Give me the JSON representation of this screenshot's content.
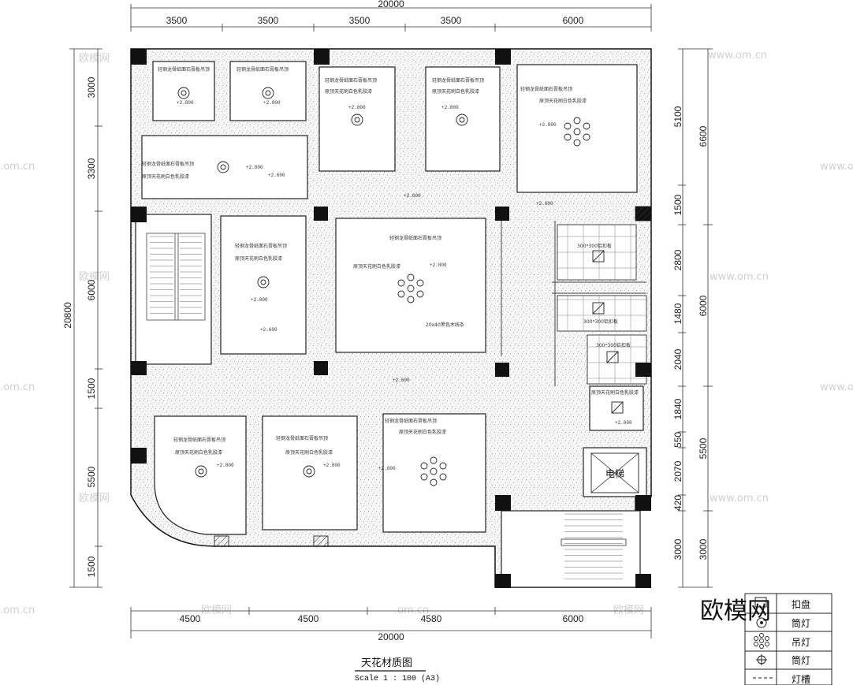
{
  "dimensions": {
    "top_total": "20000",
    "top_segments": [
      "3500",
      "3500",
      "3500",
      "3500",
      "6000"
    ],
    "bottom_segments": [
      "4500",
      "4500",
      "4580",
      "6000"
    ],
    "bottom_total": "20000",
    "left_total": "20800",
    "left_segments": [
      "3000",
      "3300",
      "6000",
      "1500",
      "5500",
      "1500"
    ],
    "right_inner": [
      "5100",
      "1500",
      "2800",
      "1480",
      "2040",
      "1840",
      "550",
      "2070",
      "420",
      "3000"
    ],
    "right_outer": [
      "6600",
      "6000",
      "5500",
      "3000"
    ]
  },
  "rooms": {
    "r1": {
      "note": "轻钢龙骨纸面石膏板吊顶",
      "finish": "",
      "elev": "+2.800"
    },
    "r2": {
      "note": "轻钢龙骨纸面石膏板吊顶",
      "finish": "",
      "elev": "+2.800"
    },
    "r3": {
      "note": "轻钢龙骨纸面石膏板吊顶",
      "finish": "原顶天花刷白色乳胶漆",
      "elev": "+2.800"
    },
    "r4": {
      "note": "轻钢龙骨纸面石膏板吊顶",
      "finish": "原顶天花刷白色乳胶漆",
      "elev": "+2.800"
    },
    "r5": {
      "note": "轻钢龙骨纸面石膏板吊顶",
      "finish": "原顶天花刷白色乳胶漆",
      "elev": "+2.800"
    },
    "r6": {
      "note": "轻钢龙骨纸面石膏板吊顶",
      "finish": "原顶天花刷白色乳胶漆",
      "elev": "+2.800"
    },
    "r7": {
      "note": "轻钢龙骨纸面石膏板吊顶",
      "finish": "原顶天花刷白色乳胶漆",
      "elev": "+2.800"
    },
    "r8": {
      "note": "轻钢龙骨纸面石膏板吊顶",
      "finish": "原顶天花刷白色乳胶漆",
      "elev": "+2.800",
      "extra": "20x40黑色木线条"
    },
    "r9": {
      "note": "轻钢龙骨纸面石膏板吊顶",
      "finish": "原顶天花刷白色乳胶漆",
      "elev": "+2.800"
    },
    "r10": {
      "note": "轻钢龙骨纸面石膏板吊顶",
      "finish": "原顶天花刷白色乳胶漆",
      "elev": "+2.800"
    },
    "r11": {
      "note": "轻钢龙骨纸面石膏板吊顶",
      "finish": "原顶天花刷白色乳胶漆",
      "elev": "+2.800"
    },
    "r12": {
      "finish": "原顶天花刷白色乳胶漆",
      "elev": "+2.800"
    }
  },
  "corridor_elevs": [
    "+2.600",
    "+2.600",
    "+2.600",
    "+2.600",
    "+2.600"
  ],
  "tiles": {
    "t1": "300*300铝扣板",
    "t2": "300*300铝扣板",
    "t3": "300*300铝扣板"
  },
  "elevator_label": "电梯",
  "watermark": {
    "site": "www.om.cn",
    "brand_small": "欧模网",
    "cn": ".om.cn"
  },
  "drawing_title": "天花材质图",
  "scale_text": "Scale 1 : 100 (A3)",
  "brand": "欧模网",
  "legend": [
    {
      "icon": "exhaust-fan",
      "label": "扣盘"
    },
    {
      "icon": "downlight",
      "label": "筒灯"
    },
    {
      "icon": "chandelier",
      "label": "吊灯"
    },
    {
      "icon": "spotlight",
      "label": "筒灯"
    },
    {
      "icon": "light-strip",
      "label": "灯槽"
    }
  ]
}
